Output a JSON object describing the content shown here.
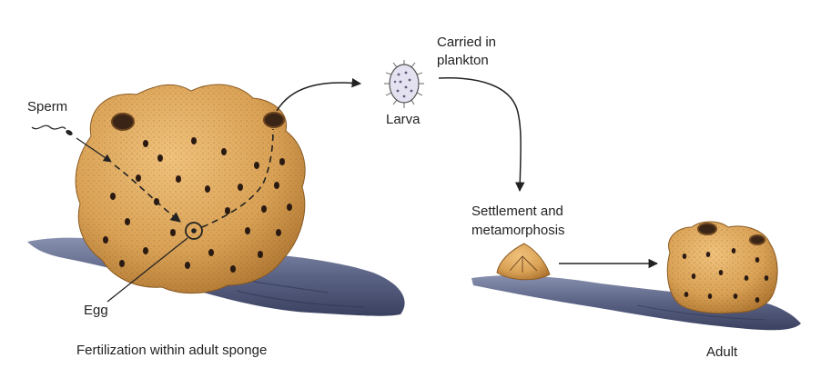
{
  "labels": {
    "sperm": "Sperm",
    "egg": "Egg",
    "larva": "Larva",
    "carried_line1": "Carried in",
    "carried_line2": "plankton",
    "settle_line1": "Settlement and",
    "settle_line2": "metamorphosis",
    "caption_left": "Fertilization within adult sponge",
    "caption_right": "Adult"
  },
  "colors": {
    "sponge": "#d9a155",
    "sponge_dark": "#b47a33",
    "pore": "#2a1a12",
    "rock": "#50577a",
    "rock_light": "#8790ae",
    "line": "#222222"
  }
}
